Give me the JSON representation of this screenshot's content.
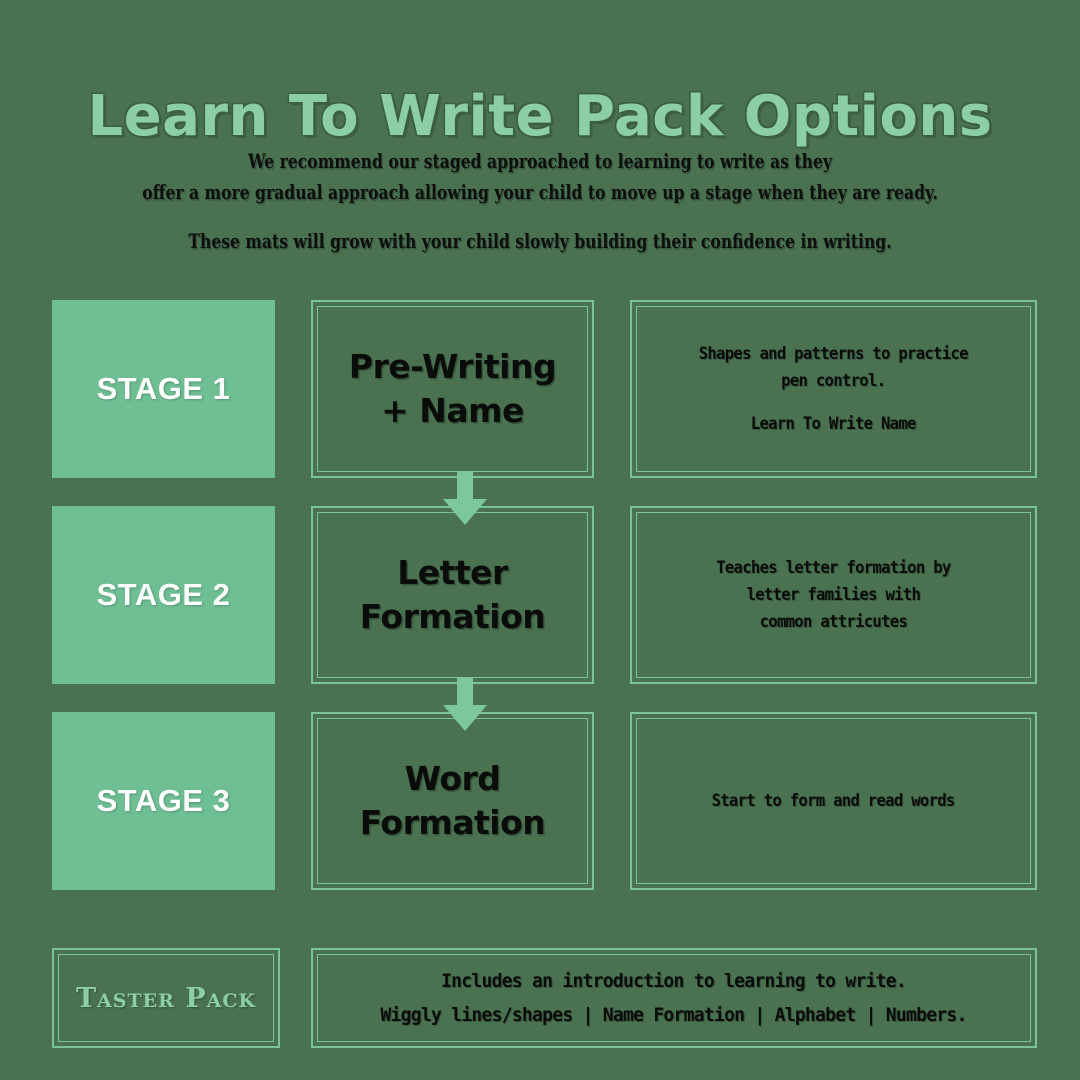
{
  "colors": {
    "background": "#4a7251",
    "mint_fill": "#6fbf95",
    "mint_border": "#79c49b",
    "title_mint": "#8ccfa6",
    "text_black": "#0a0c0a",
    "stage_label_white": "#ffffff"
  },
  "header": {
    "title": "Learn To Write Pack Options",
    "subtitle_line_1": "We recommend our staged approached to learning to write as they",
    "subtitle_line_2": "offer a more gradual approach allowing your child to move up a stage when they are ready.",
    "subtitle_line_3": "These mats will grow with your child slowly building their confidence in writing."
  },
  "stages": [
    {
      "stage_label": "STAGE 1",
      "topic": "Pre-Writing\n+ Name",
      "topic_line_1": "Pre-Writing",
      "topic_line_2": "+ Name",
      "detail_lines": [
        "Shapes and patterns to practice",
        "pen control."
      ],
      "detail_extra": "Learn To Write Name",
      "arrow_below": "down-arrow"
    },
    {
      "stage_label": "STAGE 2",
      "topic": "Letter\nFormation",
      "topic_line_1": "Letter",
      "topic_line_2": "Formation",
      "detail_lines": [
        "Teaches letter formation by",
        "letter families with",
        "common attricutes"
      ],
      "detail_extra": "",
      "arrow_below": "down-arrow"
    },
    {
      "stage_label": "STAGE 3",
      "topic": "Word\nFormation",
      "topic_line_1": "Word",
      "topic_line_2": "Formation",
      "detail_lines": [
        "Start to form and read words"
      ],
      "detail_extra": "",
      "arrow_below": ""
    }
  ],
  "taster": {
    "label": "Taster Pack",
    "desc_line_1": "Includes an introduction to learning to write.",
    "desc_line_2": "Wiggly lines/shapes | Name Formation | Alphabet | Numbers."
  }
}
